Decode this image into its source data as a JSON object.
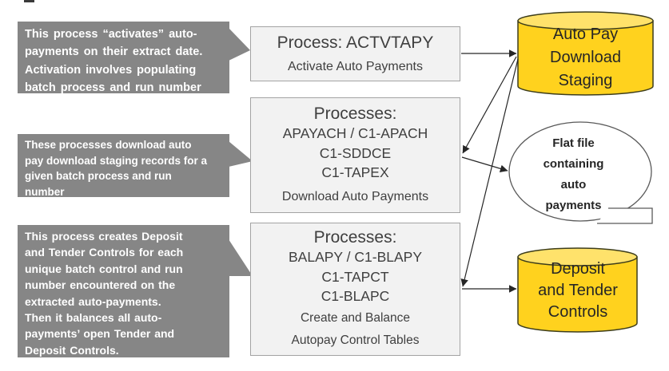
{
  "callouts": [
    {
      "role": "note for activate process",
      "lines": [
        "This process “activates” auto-",
        "payments on their extract date.",
        "Activation involves populating",
        "batch process and run number"
      ]
    },
    {
      "role": "note for download processes",
      "lines": [
        "These processes download auto",
        "pay download staging records for a",
        "given batch process and run",
        "number"
      ]
    },
    {
      "role": "note for balance processes",
      "lines": [
        "This process creates Deposit",
        "and Tender Controls for each",
        "unique batch control and run",
        "number encountered on the",
        "extracted auto-payments.",
        "Then it balances all auto-",
        "payments’ open Tender and",
        "Deposit Controls."
      ]
    }
  ],
  "process_boxes": [
    {
      "title": "Process: ACTVTAPY",
      "codes": [],
      "subtitle_lines": [
        "Activate Auto Payments"
      ]
    },
    {
      "title": "Processes:",
      "codes": [
        "APAYACH / C1-APACH",
        "C1-SDDCE",
        "C1-TAPEX"
      ],
      "subtitle_lines": [
        "Download Auto Payments"
      ]
    },
    {
      "title": "Processes:",
      "codes": [
        "BALAPY / C1-BLAPY",
        "C1-TAPCT",
        "C1-BLAPC"
      ],
      "subtitle_lines": [
        "Create and Balance",
        "Autopay Control Tables"
      ]
    }
  ],
  "datastores": [
    {
      "shape": "database-cylinder",
      "lines": [
        "Auto Pay",
        "Download",
        "Staging"
      ]
    },
    {
      "shape": "database-cylinder",
      "lines": [
        "Deposit",
        "and Tender",
        "Controls"
      ]
    }
  ],
  "flat_file": {
    "shape": "flat-file-oval",
    "lines": [
      "Flat file",
      "containing",
      "auto",
      "payments"
    ]
  },
  "arrows": [
    {
      "from": "process-actvtapy",
      "to": "autopay-download-staging"
    },
    {
      "from": "autopay-download-staging",
      "to": "download-auto-payments"
    },
    {
      "from": "download-auto-payments",
      "to": "flat-file"
    },
    {
      "from": "autopay-download-staging",
      "to": "balance-autopay-controls"
    },
    {
      "from": "balance-autopay-controls",
      "to": "deposit-tender-controls"
    }
  ],
  "colors": {
    "callout_gray": "#868686",
    "callout_text": "#ffffff",
    "process_fill": "#f2f2f2",
    "process_border": "#a3a3a3",
    "process_text": "#3f3f3f",
    "cylinder_body": "#FFD21E",
    "cylinder_top": "#FFE26B",
    "cylinder_border": "#3d3d1a",
    "oval_border": "#595959",
    "arrow": "#262626"
  }
}
